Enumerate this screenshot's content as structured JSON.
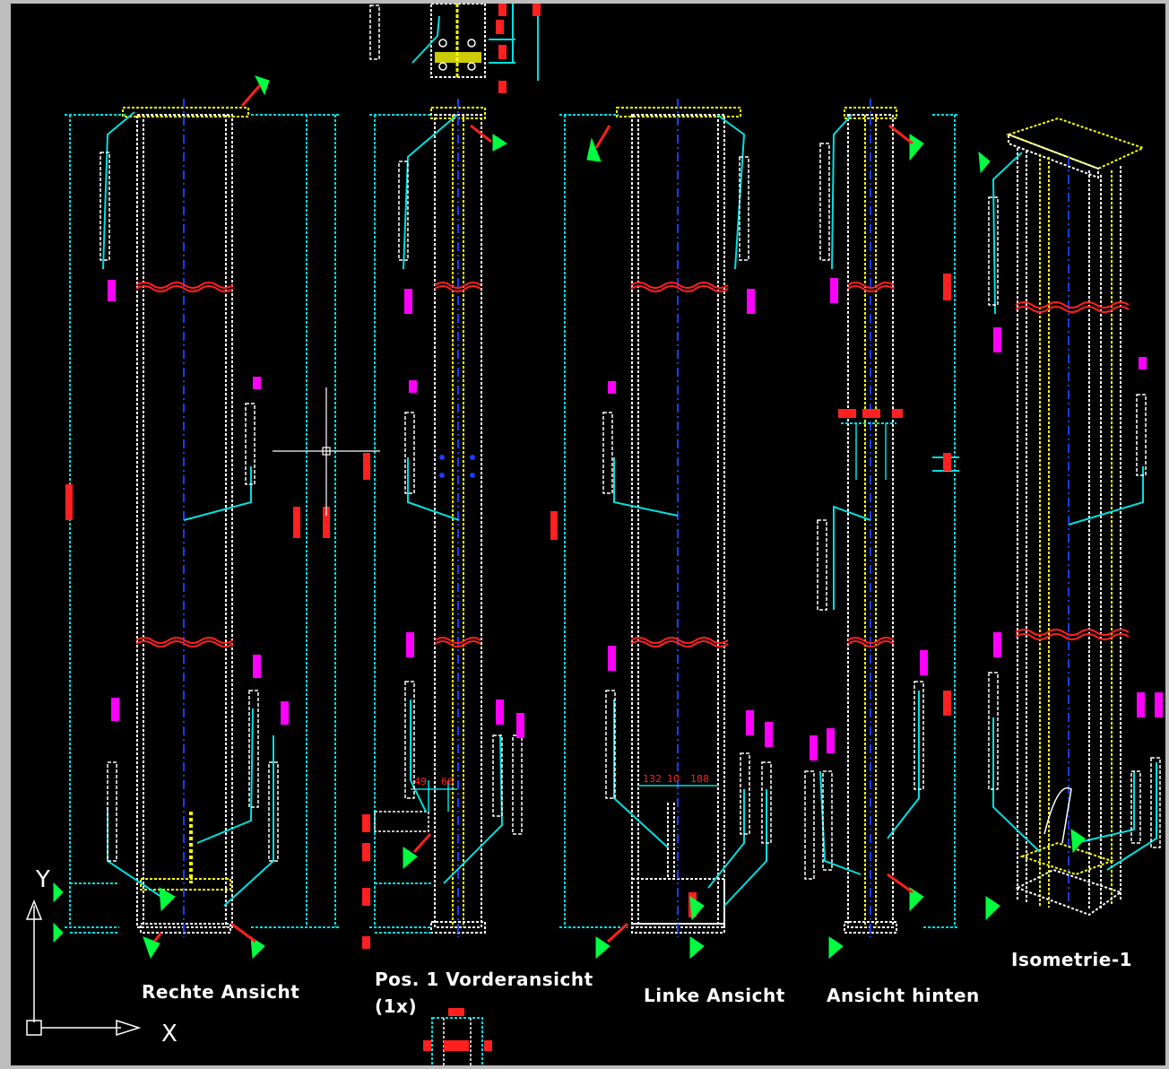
{
  "view_labels": {
    "rechte": "Rechte Ansicht",
    "vorder_line1": "Pos. 1 Vorderansicht",
    "vorder_line2": "(1x)",
    "linke": "Linke Ansicht",
    "hinten": "Ansicht hinten",
    "iso": "Isometrie-1"
  },
  "ucs": {
    "x": "X",
    "y": "Y"
  },
  "dimensions": {
    "d49": "49",
    "d66": "66",
    "d132": "132",
    "d10": "10",
    "d188": "188"
  },
  "colors": {
    "background": "#000000",
    "outline": "#ffffff",
    "dimension": "#00e0e0",
    "centerline": "#1a3cff",
    "plate": "#ffff00",
    "section_break": "#ff2020",
    "tag": "#ff00ff",
    "weld_symbol": "#00ff40"
  },
  "icons": [
    "ucs-icon",
    "crosshair-cursor-icon",
    "weld-symbol-icon"
  ]
}
